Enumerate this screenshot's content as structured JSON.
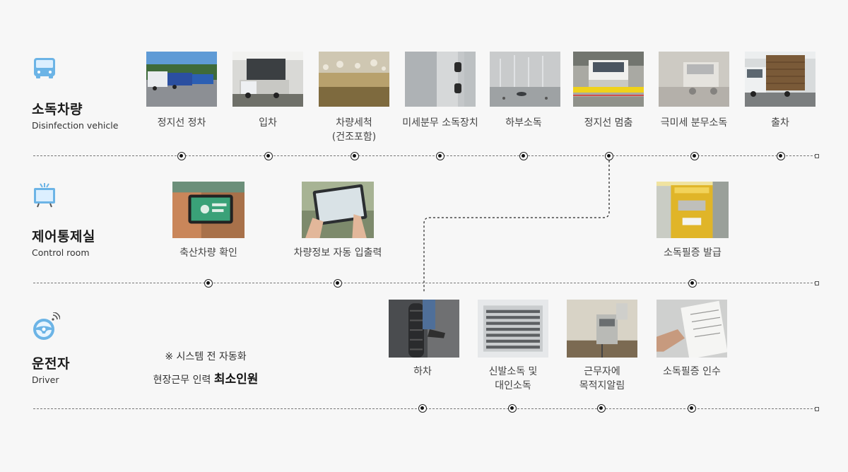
{
  "rows": [
    {
      "title": "소독차량",
      "subtitle": "Disinfection vehicle"
    },
    {
      "title": "제어통제실",
      "subtitle": "Control room"
    },
    {
      "title": "운전자",
      "subtitle": "Driver"
    }
  ],
  "vehicle_steps": [
    {
      "label": "정지선 정차"
    },
    {
      "label": "입차"
    },
    {
      "label": "차량세척\n(건조포함)"
    },
    {
      "label": "미세분무 소독장치"
    },
    {
      "label": "하부소독"
    },
    {
      "label": "정지선 멈춤"
    },
    {
      "label": "극미세 분무소독"
    },
    {
      "label": "출차"
    }
  ],
  "control_steps": [
    {
      "label": "축산차량 확인"
    },
    {
      "label": "차량정보 자동 입출력"
    },
    {
      "label": "소독필증 발급"
    }
  ],
  "driver_steps": [
    {
      "label": "하차"
    },
    {
      "label": "신발소독 및\n대인소독"
    },
    {
      "label": "근무자에\n목적지알림"
    },
    {
      "label": "소독필증 인수"
    }
  ],
  "driver_note": {
    "line1": "※ 시스템 전 자동화",
    "line2_prefix": "현장근무 인력",
    "line2_bold": "최소인원"
  },
  "colors": {
    "icon_blue": "#6cb4e6",
    "line": "#777777",
    "node": "#111111"
  },
  "icons": [
    "bus-icon",
    "monitor-icon",
    "steering-wheel-icon"
  ]
}
